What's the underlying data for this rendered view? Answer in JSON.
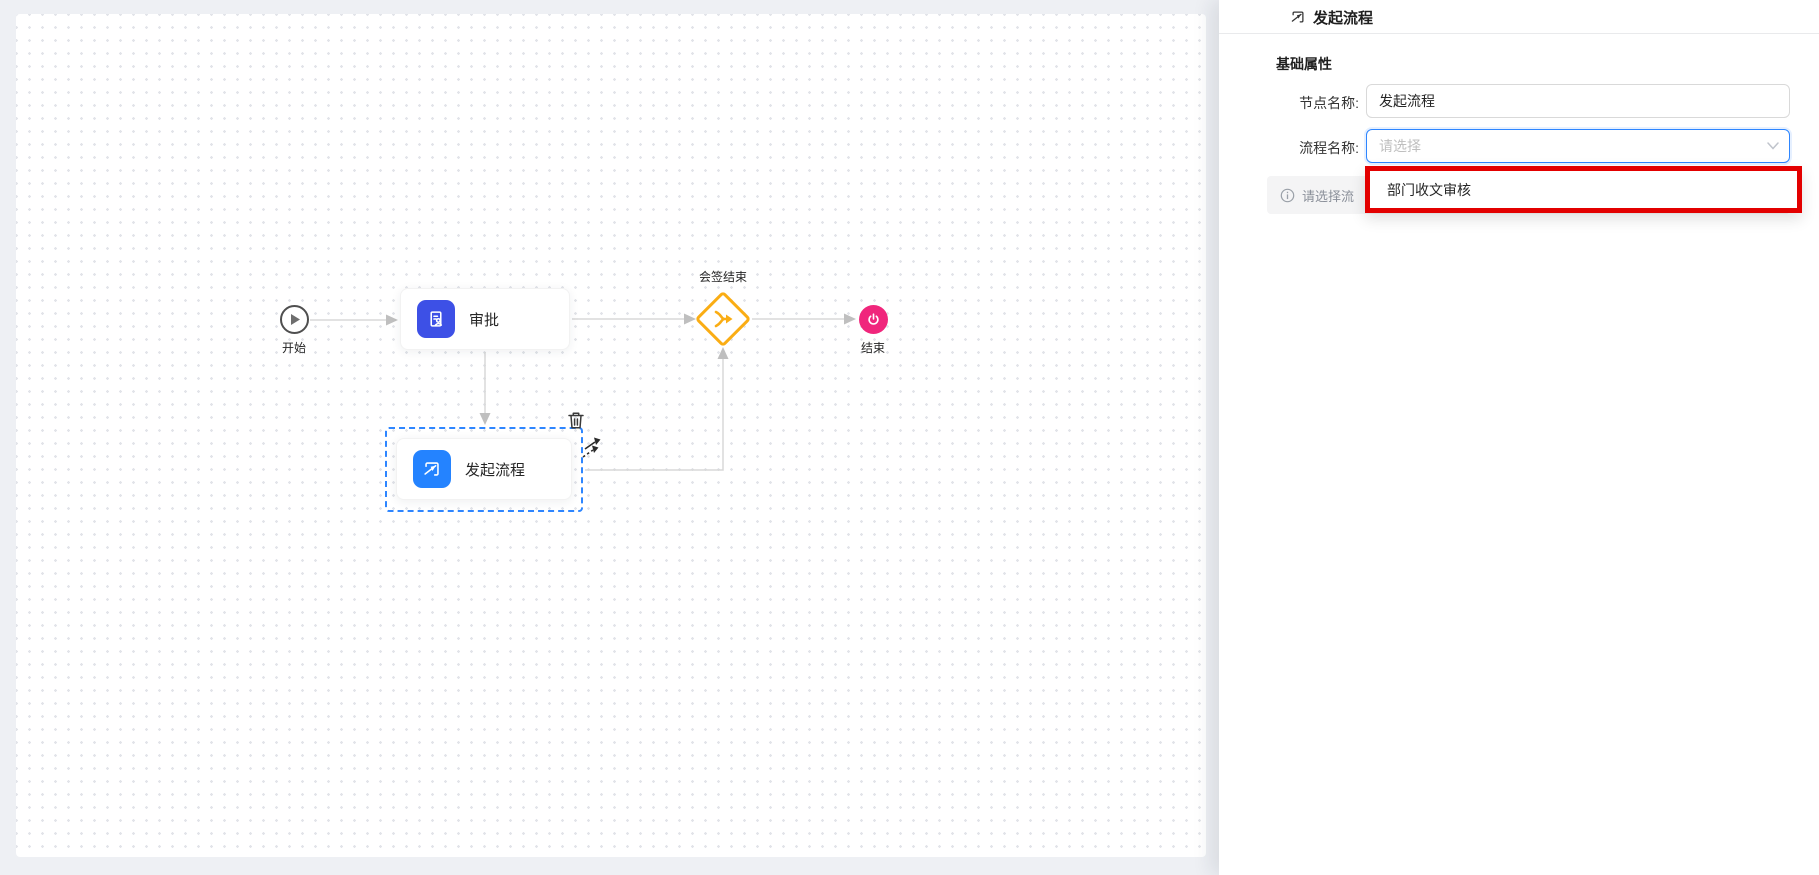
{
  "colors": {
    "accent_blue": "#2483FF",
    "approval_indigo": "#3D50E6",
    "gateway_orange": "#FAAD14",
    "end_pink": "#F0267C",
    "annotation_red": "#E30000"
  },
  "canvas": {
    "nodes": {
      "start": {
        "label": "开始"
      },
      "approval": {
        "label": "审批"
      },
      "initiate": {
        "label": "发起流程"
      },
      "gateway": {
        "label": "会签结束"
      },
      "end": {
        "label": "结束"
      }
    }
  },
  "panel": {
    "title": "发起流程",
    "section_title": "基础属性",
    "fields": {
      "node_name": {
        "label": "节点名称:",
        "value": "发起流程"
      },
      "process_name": {
        "label": "流程名称:",
        "placeholder": "请选择"
      }
    },
    "alert_text": "请选择流",
    "dropdown": {
      "options": [
        {
          "label": "部门收文审核"
        }
      ]
    }
  }
}
